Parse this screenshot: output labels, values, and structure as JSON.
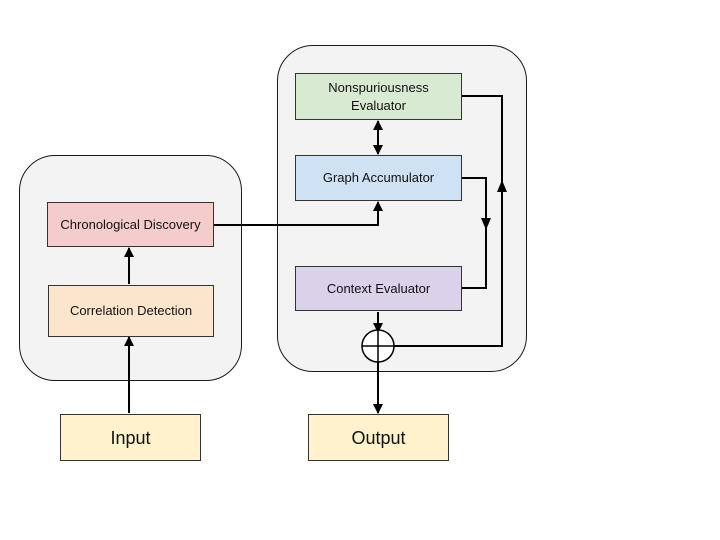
{
  "diagram": {
    "left_group": {
      "chronological": {
        "label": "Chronological Discovery",
        "color": "#f4cccc"
      },
      "correlation": {
        "label": "Correlation Detection",
        "color": "#fce5cd"
      }
    },
    "right_group": {
      "nonspurious": {
        "label": "Nonspuriousness Evaluator",
        "color": "#d9ead3"
      },
      "graph": {
        "label": "Graph Accumulator",
        "color": "#cfe2f3"
      },
      "context": {
        "label": "Context Evaluator",
        "color": "#d9d2e9"
      }
    },
    "input": {
      "label": "Input",
      "color": "#fff2cc"
    },
    "output": {
      "label": "Output",
      "color": "#fff2cc"
    },
    "group_fill": "#f3f3f3",
    "line_color": "#000000"
  }
}
